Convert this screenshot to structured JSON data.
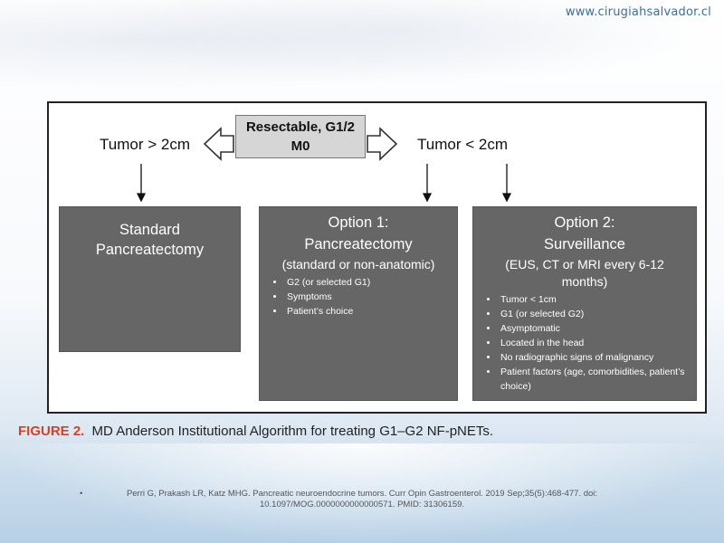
{
  "header": {
    "website": "www.cirugiahsalvador.cl"
  },
  "diagram": {
    "top_box": {
      "line1": "Resectable, G1/2",
      "line2": "M0"
    },
    "left_label": "Tumor > 2cm",
    "right_label": "Tumor < 2cm",
    "box_standard": {
      "line1": "Standard",
      "line2": "Pancreatectomy"
    },
    "box_option1": {
      "line1": "Option 1:",
      "line2": "Pancreatectomy",
      "line3": "(standard or non-anatomic)",
      "bullets": [
        "G2 (or selected G1)",
        "Symptoms",
        "Patient’s choice"
      ]
    },
    "box_option2": {
      "line1": "Option 2:",
      "line2": "Surveillance",
      "line3": "(EUS, CT or MRI every 6-12",
      "line4": "months)",
      "bullets": [
        "Tumor < 1cm",
        "G1 (or selected G2)",
        "Asymptomatic",
        "Located in the head",
        "No radiographic signs of malignancy",
        "Patient factors (age, comorbidities, patient’s choice)"
      ]
    }
  },
  "caption": {
    "figure_label": "FIGURE 2.",
    "text": "MD Anderson Institutional Algorithm for treating G1–G2 NF-pNETs."
  },
  "reference": {
    "bullet": "•",
    "line1": "Perri G, Prakash LR, Katz MHG. Pancreatic neuroendocrine tumors. Curr Opin Gastroenterol. 2019 Sep;35(5):468-477. doi:",
    "line2": "10.1097/MOG.0000000000000571. PMID: 31306159."
  }
}
